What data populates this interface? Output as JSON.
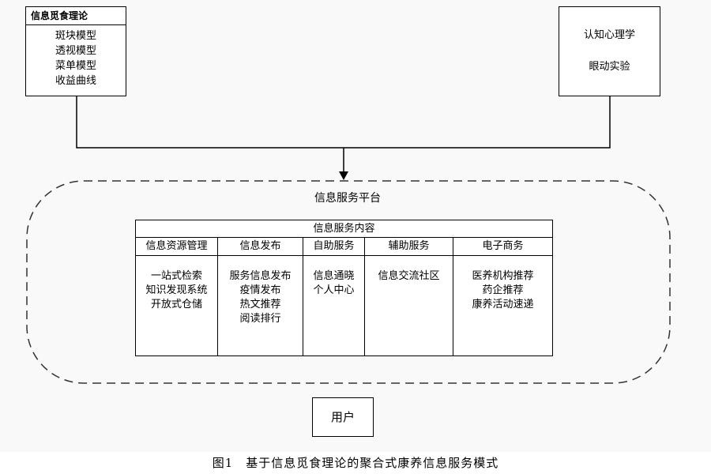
{
  "theory_box": {
    "title": "信息觅食理论",
    "items": [
      "斑块模型",
      "透视模型",
      "菜单模型",
      "收益曲线"
    ]
  },
  "cognitive_box": {
    "items": [
      "认知心理学",
      "眼动实验"
    ]
  },
  "platform": {
    "title": "信息服务平台",
    "content_title": "信息服务内容",
    "columns": [
      {
        "header": "信息资源管理",
        "lines": [
          "一站式检索",
          "知识发现系统",
          "开放式仓储"
        ]
      },
      {
        "header": "信息发布",
        "lines": [
          "服务信息发布",
          "疫情发布",
          "热文推荐",
          "阅读排行"
        ]
      },
      {
        "header": "自助服务",
        "lines": [
          "信息通晓",
          "个人中心"
        ]
      },
      {
        "header": "辅助服务",
        "lines": [
          "信息交流社区"
        ]
      },
      {
        "header": "电子商务",
        "lines": [
          "医养机构推荐",
          "药企推荐",
          "康养活动速递"
        ]
      }
    ]
  },
  "user_box": {
    "label": "用户"
  },
  "caption": "图1　基于信息觅食理论的聚合式康养信息服务模式"
}
